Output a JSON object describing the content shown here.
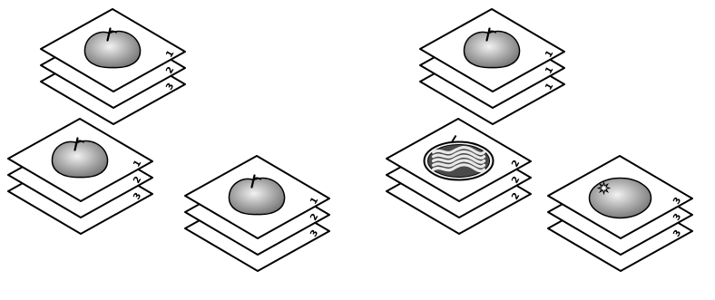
{
  "colors": {
    "sheet_fill": "#ffffff",
    "outline": "#000000",
    "fruit_light": "#f2f2f2",
    "fruit_dark": "#6e6e6e",
    "stripe": "#4a4a4a"
  },
  "diagrams": [
    {
      "name": "collated",
      "stacks": [
        {
          "name": "stack-top",
          "fruit": "apple-icon",
          "page_numbers": [
            "1",
            "2",
            "3"
          ]
        },
        {
          "name": "stack-left",
          "fruit": "apple-icon",
          "page_numbers": [
            "1",
            "2",
            "3"
          ]
        },
        {
          "name": "stack-right",
          "fruit": "apple-icon",
          "page_numbers": [
            "1",
            "2",
            "3"
          ]
        }
      ]
    },
    {
      "name": "uncollated",
      "stacks": [
        {
          "name": "stack-top",
          "fruit": "apple-icon",
          "page_numbers": [
            "1",
            "1",
            "1"
          ]
        },
        {
          "name": "stack-left",
          "fruit": "watermelon-icon",
          "page_numbers": [
            "2",
            "2",
            "2"
          ]
        },
        {
          "name": "stack-right",
          "fruit": "orange-icon",
          "page_numbers": [
            "3",
            "3",
            "3"
          ]
        }
      ]
    }
  ]
}
